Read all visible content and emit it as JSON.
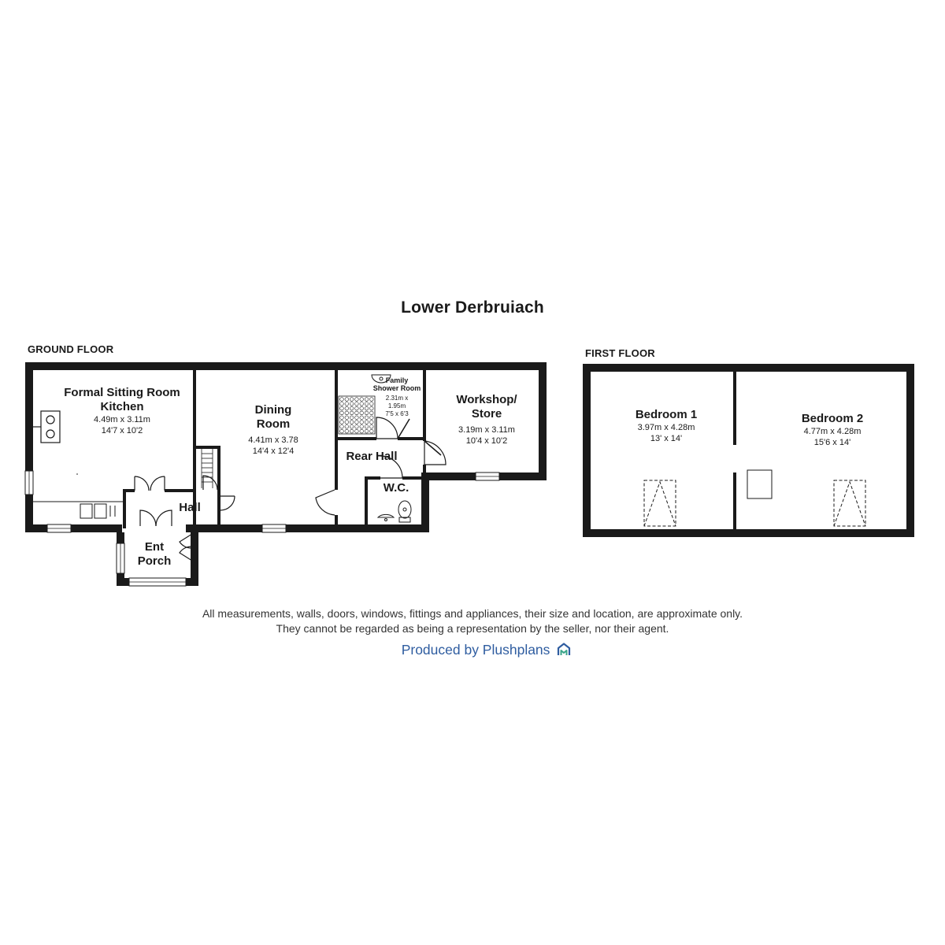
{
  "title": "Lower Derbruiach",
  "ground_floor": {
    "label": "GROUND FLOOR",
    "rooms": [
      {
        "id": "sitting-kitchen",
        "name_lines": [
          "Formal Sitting Room",
          "Kitchen"
        ],
        "metric": "4.49m x 3.11m",
        "imperial": "14'7 x 10'2"
      },
      {
        "id": "dining",
        "name_lines": [
          "Dining",
          "Room"
        ],
        "metric": "4.41m x 3.78",
        "imperial": "14'4 x 12'4"
      },
      {
        "id": "shower",
        "name_lines": [
          "Family",
          "Shower Room"
        ],
        "metric_lines": [
          "2.31m x",
          "1.95m"
        ],
        "imperial": "7'5 x 6'3"
      },
      {
        "id": "workshop",
        "name_lines": [
          "Workshop/",
          "Store"
        ],
        "metric": "3.19m x 3.11m",
        "imperial": "10'4 x 10'2"
      },
      {
        "id": "rear-hall",
        "name": "Rear Hall"
      },
      {
        "id": "wc",
        "name": "W.C."
      },
      {
        "id": "hall",
        "name": "Hall"
      },
      {
        "id": "ent-porch",
        "name_lines": [
          "Ent",
          "Porch"
        ]
      }
    ]
  },
  "first_floor": {
    "label": "FIRST FLOOR",
    "rooms": [
      {
        "id": "bedroom-1",
        "name": "Bedroom 1",
        "metric": "3.97m x 4.28m",
        "imperial": "13' x 14'"
      },
      {
        "id": "bedroom-2",
        "name": "Bedroom 2",
        "metric": "4.77m x 4.28m",
        "imperial": "15'6 x 14'"
      }
    ]
  },
  "disclaimer": {
    "line1": "All measurements, walls, doors, windows, fittings and appliances, their size and location, are approximate only.",
    "line2": "They cannot be regarded as being a representation by the seller, nor their agent."
  },
  "credit": {
    "text": "Produced by Plushplans",
    "icon": "plushplans-house-icon",
    "color": "#2f5da0"
  },
  "colors": {
    "wall": "#1a1a1a",
    "background": "#ffffff"
  }
}
